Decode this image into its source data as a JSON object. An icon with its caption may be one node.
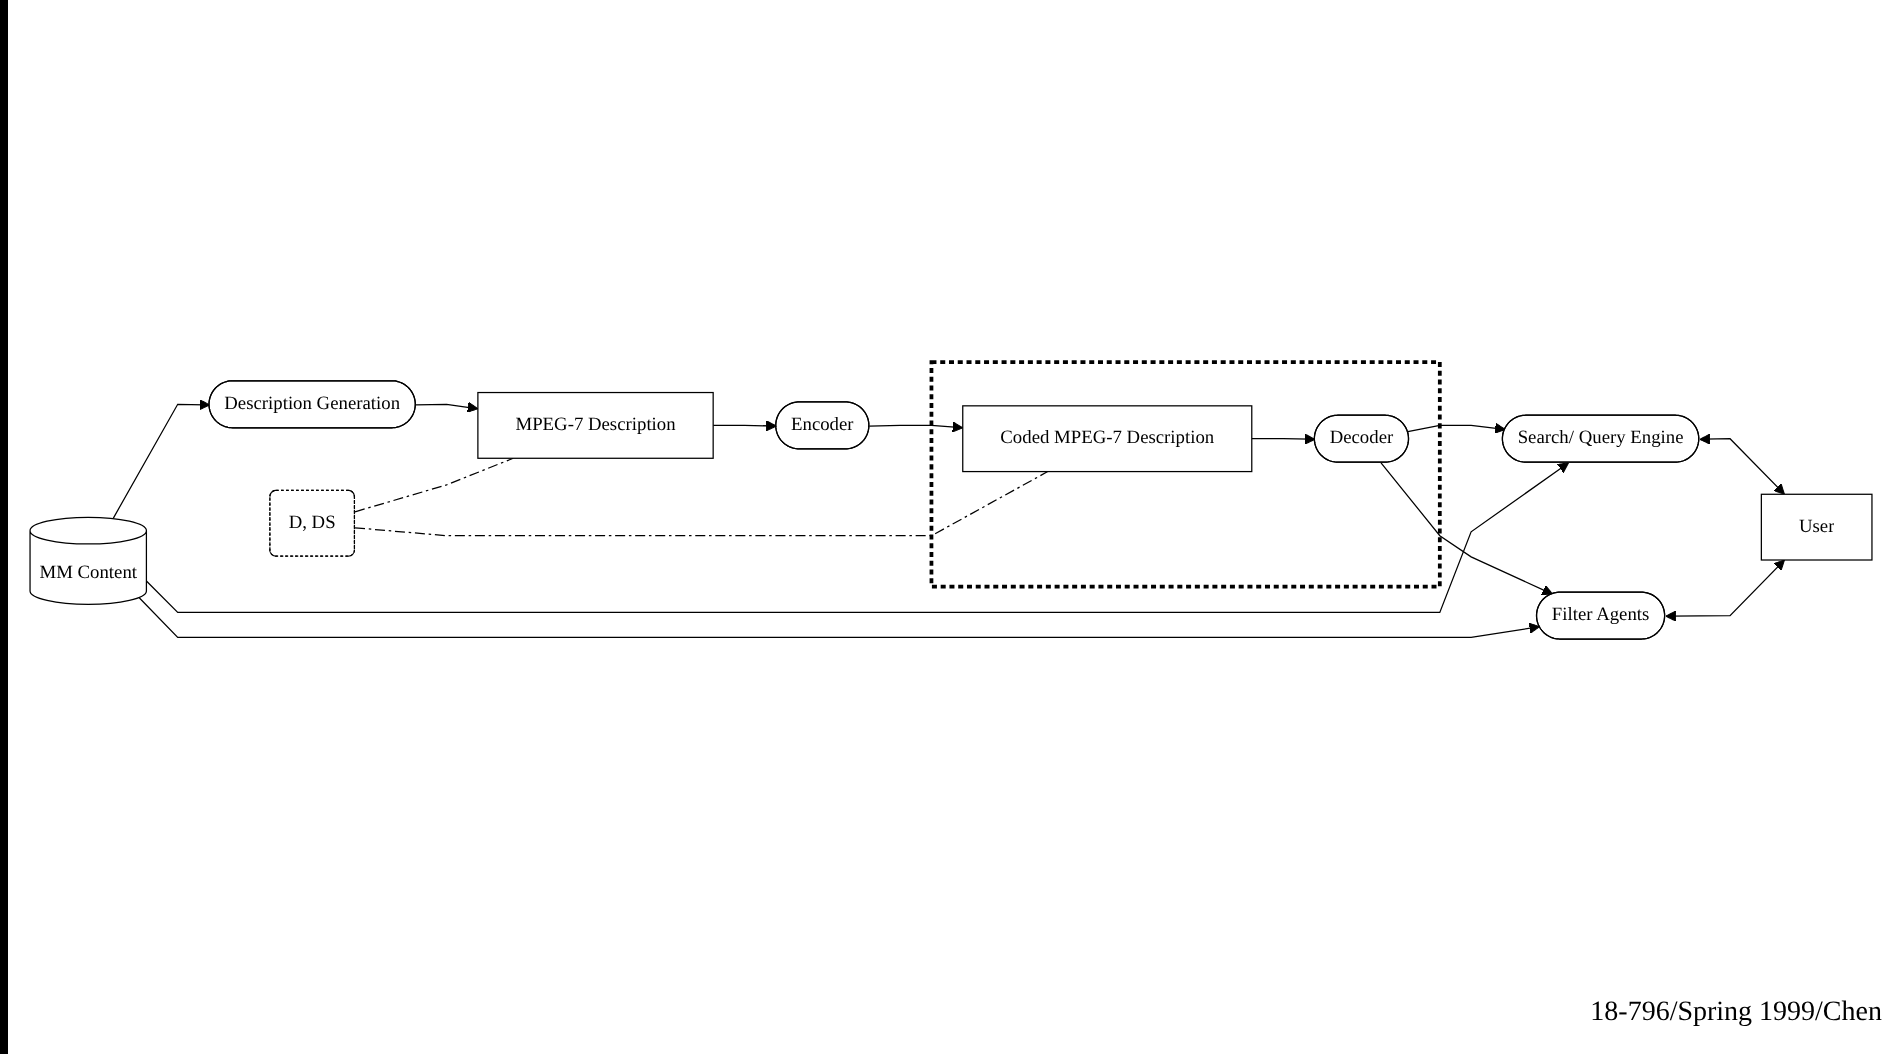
{
  "diagram": {
    "nodes": [
      {
        "text": [
          "D, DS"
        ]
      },
      {
        "text": [
          "Description Generation"
        ]
      },
      {
        "text": [
          "MPEG-7 Description"
        ]
      },
      {
        "text": [
          "Encoder"
        ]
      },
      {
        "text": [],
        "shape": "box"
      },
      {
        "text": [
          "Coded MPEG-7 Description"
        ],
        "in": 4
      },
      {
        "text": [
          "Decoder"
        ],
        "in": 4
      },
      {
        "text": [
          "Search/ Query Engine"
        ]
      },
      {
        "text": [
          "User"
        ]
      },
      {
        "text": [
          "Filter Agents"
        ]
      },
      {
        "text": [
          "MM Content"
        ]
      }
    ],
    "edges": [
      {
        "from": 1,
        "to": 2,
        "arrow": "to"
      },
      {
        "from": 2,
        "to": 3,
        "arrow": "to"
      },
      {
        "from": 3,
        "to": 5,
        "arrow": "to"
      },
      {
        "from": 5,
        "to": 6,
        "arrow": "to"
      },
      {
        "from": 6,
        "to": 7,
        "arrow": "to"
      },
      {
        "from": 6,
        "to": 9,
        "arrow": "to"
      },
      {
        "from": 10,
        "to": 7,
        "arrow": "to"
      },
      {
        "from": 10,
        "to": 9,
        "arrow": "to"
      },
      {
        "from": 10,
        "to": 1,
        "arrow": "to"
      },
      {
        "from": 7,
        "to": 8,
        "arrow": "both"
      },
      {
        "from": 9,
        "to": 8,
        "arrow": "both"
      },
      {
        "from": 0,
        "to": 2,
        "arrow": "none",
        "style": "dashed"
      },
      {
        "from": 0,
        "to": 5,
        "arrow": "none",
        "style": "dashed"
      }
    ],
    "labels": [
      "18-796/Spring 1999/Chen"
    ]
  }
}
